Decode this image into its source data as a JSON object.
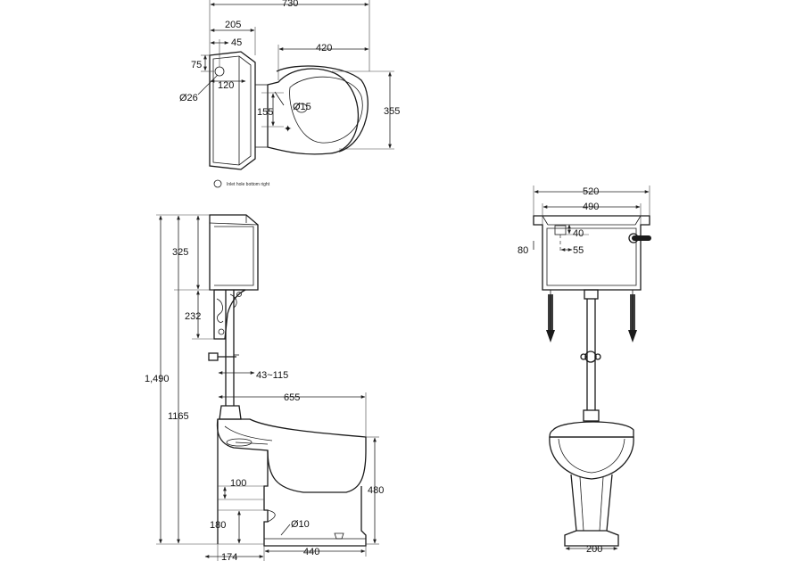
{
  "colors": {
    "line": "#1a1a1a",
    "background": "#ffffff"
  },
  "plan_view": {
    "overall_width": "730",
    "cistern_depth": "205",
    "inlet_offset_x": "45",
    "inlet_offset_y": "75",
    "inlet_to_outlet": "120",
    "inlet_diameter": "Ø26",
    "bowl_length": "420",
    "bowl_width": "355",
    "fixing_spacing": "155",
    "fixing_diameter": "Ø15",
    "note": "Inlet hole bottom right"
  },
  "side_view": {
    "overall_height": "1,490",
    "pan_to_cistern_height": "1165",
    "cistern_height": "325",
    "bracket_height": "232",
    "pipe_offset": "43~115",
    "projection": "655",
    "pan_height": "480",
    "waste_height_top": "100",
    "waste_height": "180",
    "waste_offset": "174",
    "pan_base_depth": "440",
    "fixing_diameter": "Ø10"
  },
  "front_view": {
    "cistern_width_outer": "520",
    "cistern_width_inner": "490",
    "inlet_height": "40",
    "side_inlet_height": "80",
    "flush_offset": "55",
    "pedestal_base": "200"
  }
}
